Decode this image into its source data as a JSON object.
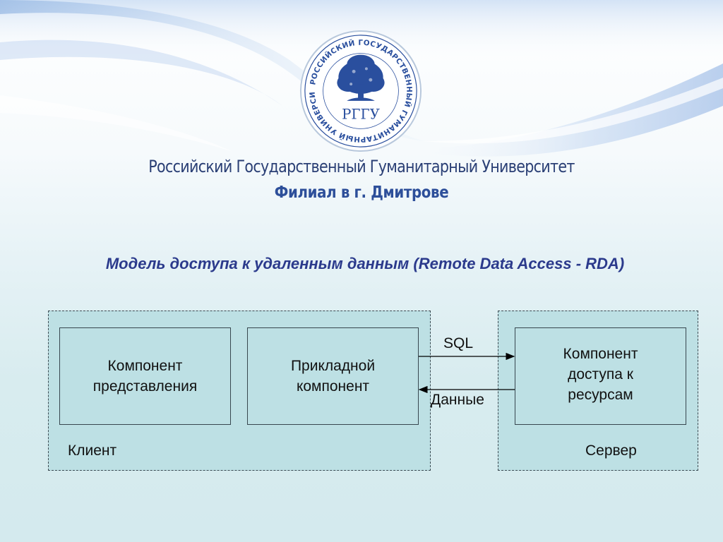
{
  "header": {
    "seal": {
      "ring_text": "РОССИЙСКИЙ ГОСУДАРСТВЕННЫЙ ГУМАНИТАРНЫЙ УНИВЕРСИТЕТ",
      "monogram": "РГГУ"
    },
    "university_name": "Российский Государственный Гуманитарный Университет",
    "branch_name": "Филиал в г. Дмитрове"
  },
  "slide": {
    "title": "Модель доступа к удаленным данным (Remote Data Access - RDA)"
  },
  "diagram": {
    "client": {
      "label": "Клиент",
      "components": {
        "presentation": "Компонент\nпредставления",
        "application": "Прикладной\nкомпонент"
      }
    },
    "server": {
      "label": "Сервер",
      "components": {
        "resource_access": "Компонент\nдоступа к\nресурсам"
      }
    },
    "flows": {
      "request": "SQL",
      "response": "Данные"
    }
  },
  "colors": {
    "title": "#2b3a8c",
    "university_name": "#2a3f75",
    "branch_name": "#2d4f9a",
    "seal_blue": "#2a4f9e",
    "box_fill": "#bde0e4"
  }
}
